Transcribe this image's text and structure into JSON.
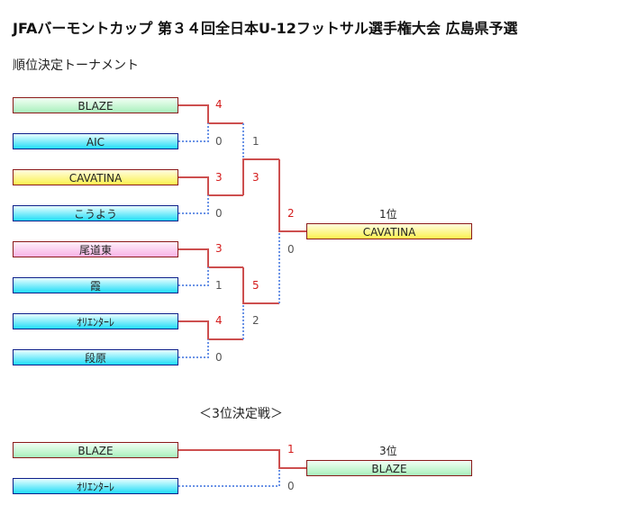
{
  "page": {
    "title": "JFAバーモントカップ 第３４回全日本U-12フットサル選手権大会 広島県予選",
    "subtitle": "順位決定トーナメント",
    "third_place_title": "＜3位決定戦＞"
  },
  "colors": {
    "win_line": "#cd4f4f",
    "lose_line": "#6b93e6",
    "win_score": "#d41c1c",
    "lose_score": "#555555"
  },
  "bracket": {
    "teams": [
      {
        "name": "BLAZE",
        "style": "green"
      },
      {
        "name": "AIC",
        "style": "cyan"
      },
      {
        "name": "CAVATINA",
        "style": "yellow"
      },
      {
        "name": "こうよう",
        "style": "cyan"
      },
      {
        "name": "尾道東",
        "style": "pink"
      },
      {
        "name": "霞",
        "style": "cyan"
      },
      {
        "name": "ｵﾘｴﾝﾀｰﾚ",
        "style": "cyan"
      },
      {
        "name": "段原",
        "style": "cyan"
      }
    ],
    "round1_scores": [
      "4",
      "0",
      "3",
      "0",
      "3",
      "1",
      "4",
      "0"
    ],
    "semifinal_scores": [
      "1",
      "3",
      "5",
      "2"
    ],
    "final_scores": [
      "2",
      "0"
    ],
    "first_place": {
      "rank_label": "1位",
      "team": "CAVATINA"
    }
  },
  "third_place": {
    "teams": [
      "BLAZE",
      "ｵﾘｴﾝﾀｰﾚ"
    ],
    "scores": [
      "1",
      "0"
    ],
    "result": {
      "rank_label": "3位",
      "team": "BLAZE"
    }
  }
}
